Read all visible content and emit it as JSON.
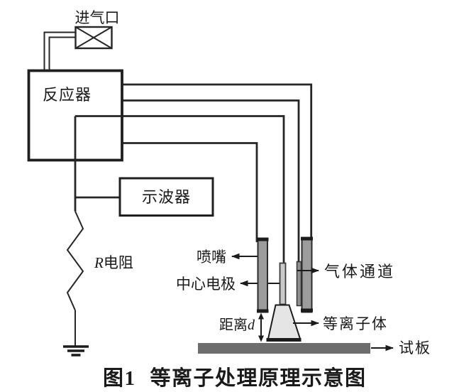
{
  "figure": {
    "type": "schematic-diagram",
    "caption": {
      "figure_number": "图1",
      "title": "等离子处理原理示意图"
    }
  },
  "labels": {
    "gas_inlet": "进气口",
    "reactor": "反应器",
    "oscilloscope": "示波器",
    "resistor_symbol": "R",
    "resistor": "电阻",
    "nozzle": "喷嘴",
    "center_electrode": "中心电极",
    "gas_channel": "气体通道",
    "distance_prefix": "距离",
    "distance_symbol": "d",
    "plasma": "等离子体",
    "test_plate": "试板"
  },
  "icons": {
    "gas_inlet_valve": "crossed-box-valve",
    "resistor": "zigzag-resistor",
    "ground": "earth-ground"
  },
  "colors": {
    "line": "#262626",
    "bar_gray": "#9c9c9c",
    "strip_gray": "#8f8f8f",
    "electrode_gray": "#c9c9c9",
    "plasma_gray": "#e5e5e5",
    "plate_gray": "#6d6d6d",
    "background": "#ffffff"
  }
}
